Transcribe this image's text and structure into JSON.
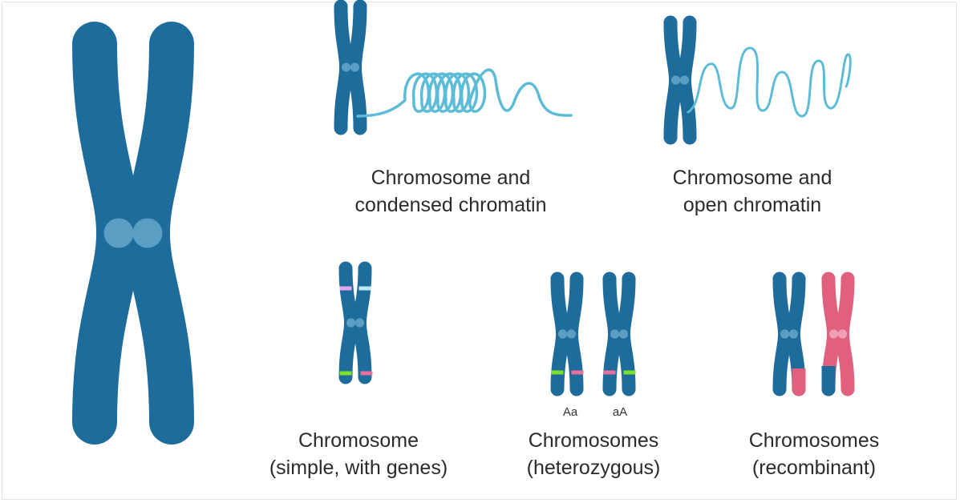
{
  "colors": {
    "chromosome": "#1e6c9c",
    "centromere": "#5a9fc3",
    "chromatin": "#5cbcd8",
    "pink": "#e0607e",
    "gene_green": "#7fe02a",
    "gene_pink": "#e8709a",
    "gene_lilac": "#e6a6ee",
    "gene_cyan": "#bfe9f5"
  },
  "labels": {
    "condensed": [
      "Chromosome and",
      "condensed chromatin"
    ],
    "open": [
      "Chromosome and",
      "open chromatin"
    ],
    "simple": [
      "Chromosome",
      "(simple, with genes)"
    ],
    "heterozygous": [
      "Chromosomes",
      "(heterozygous)"
    ],
    "recombinant": [
      "Chromosomes",
      "(recombinant)"
    ]
  },
  "alleles": [
    "Aa",
    "aA"
  ]
}
